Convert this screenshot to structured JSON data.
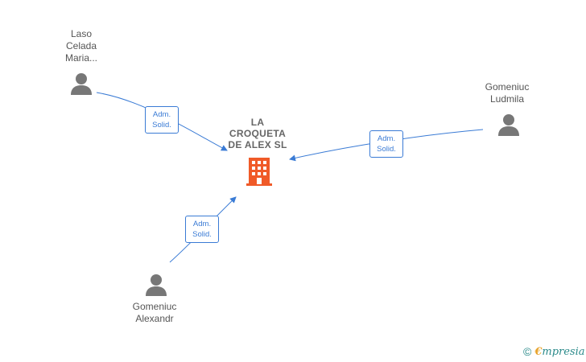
{
  "company": {
    "name_lines": [
      "LA",
      "CROQUETA",
      "DE ALEX  SL"
    ],
    "icon": "building-icon",
    "icon_color": "#f05a28"
  },
  "persons": [
    {
      "id": "laso",
      "name_lines": [
        "Laso",
        "Celada",
        "Maria..."
      ],
      "icon": "person-icon"
    },
    {
      "id": "ludmila",
      "name_lines": [
        "Gomeniuc",
        "Ludmila"
      ],
      "icon": "person-icon"
    },
    {
      "id": "alexandr",
      "name_lines": [
        "Gomeniuc",
        "Alexandr"
      ],
      "icon": "person-icon"
    }
  ],
  "relations": [
    {
      "from": "laso",
      "to": "company",
      "role_lines": [
        "Adm.",
        "Solid."
      ]
    },
    {
      "from": "ludmila",
      "to": "company",
      "role_lines": [
        "Adm.",
        "Solid."
      ]
    },
    {
      "from": "alexandr",
      "to": "company",
      "role_lines": [
        "Adm.",
        "Solid."
      ]
    }
  ],
  "colors": {
    "edge": "#3a7bd5",
    "person_icon": "#777777"
  },
  "brand": {
    "copyright_symbol": "©",
    "logo_initial": "€",
    "logo_rest": "mpresia"
  }
}
